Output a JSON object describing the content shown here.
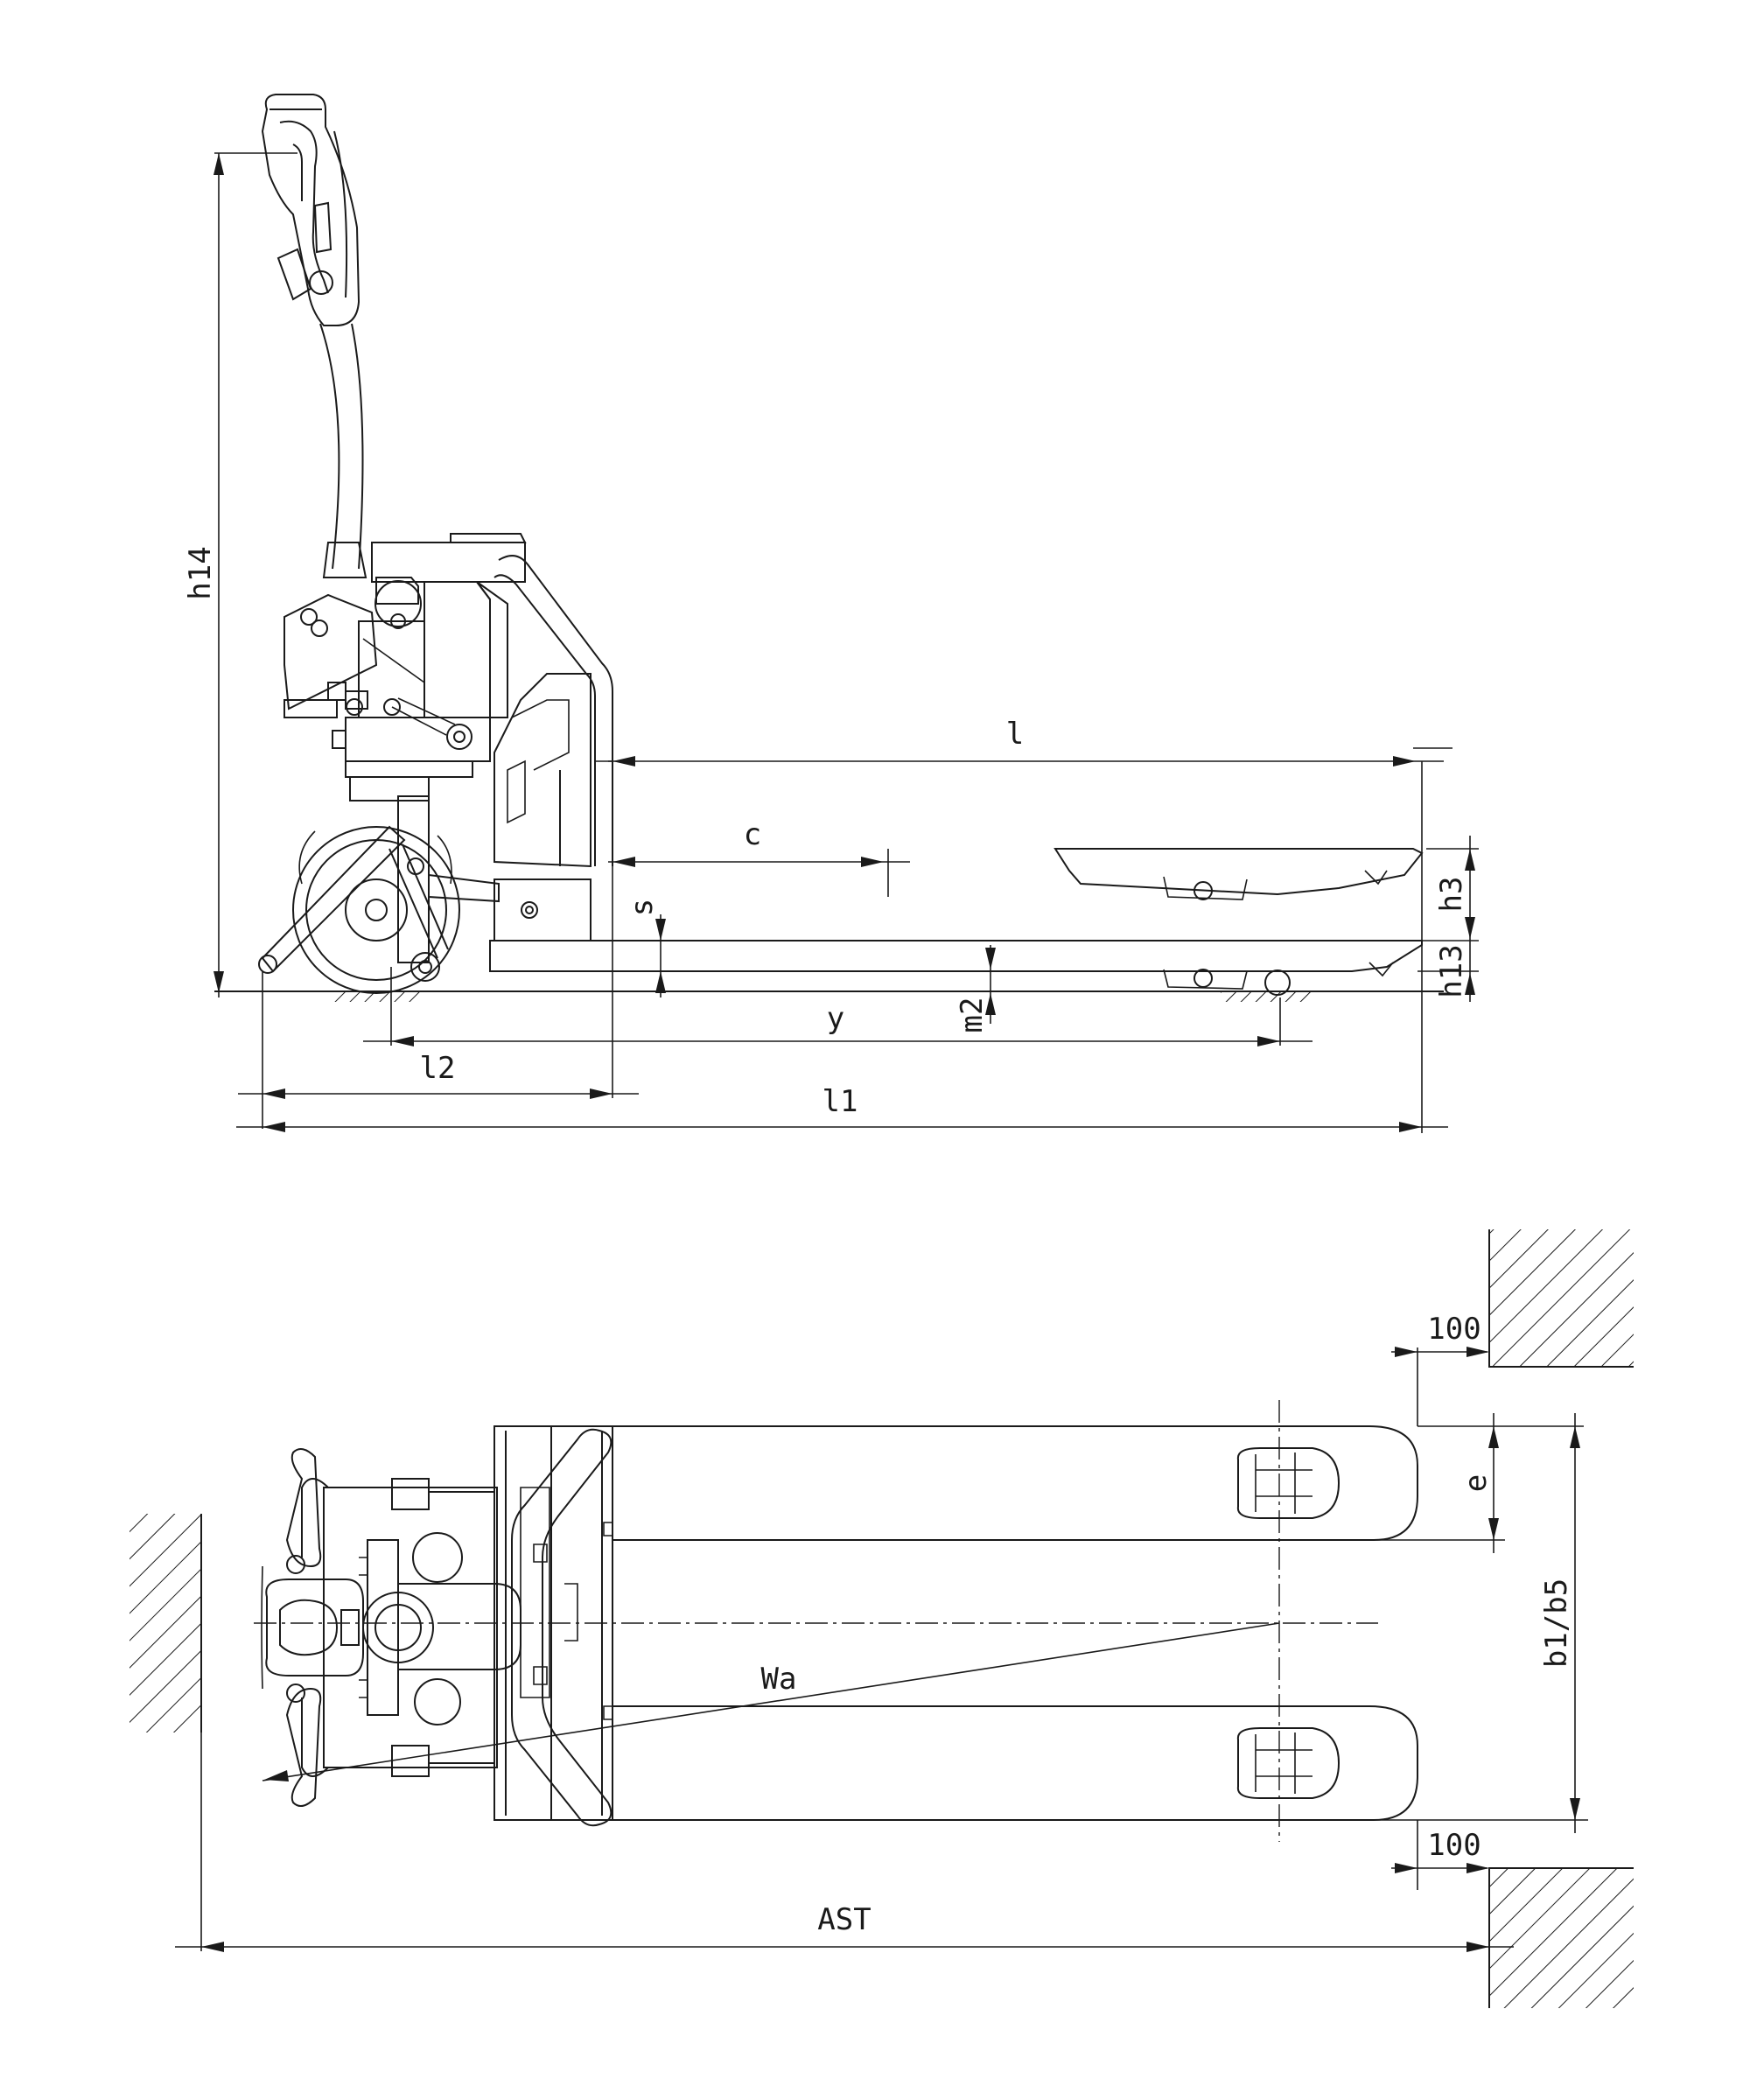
{
  "side_view": {
    "labels": {
      "h14": "h14",
      "l": "l",
      "c": "c",
      "s": "s",
      "h3": "h3",
      "h13": "h13",
      "m2": "m2",
      "y": "y",
      "l2": "l2",
      "l1": "l1"
    }
  },
  "top_view": {
    "labels": {
      "clearance_top": "100",
      "clearance_bottom": "100",
      "e": "e",
      "b1_b5": "b1/b5",
      "wa": "Wa",
      "ast": "AST"
    }
  }
}
